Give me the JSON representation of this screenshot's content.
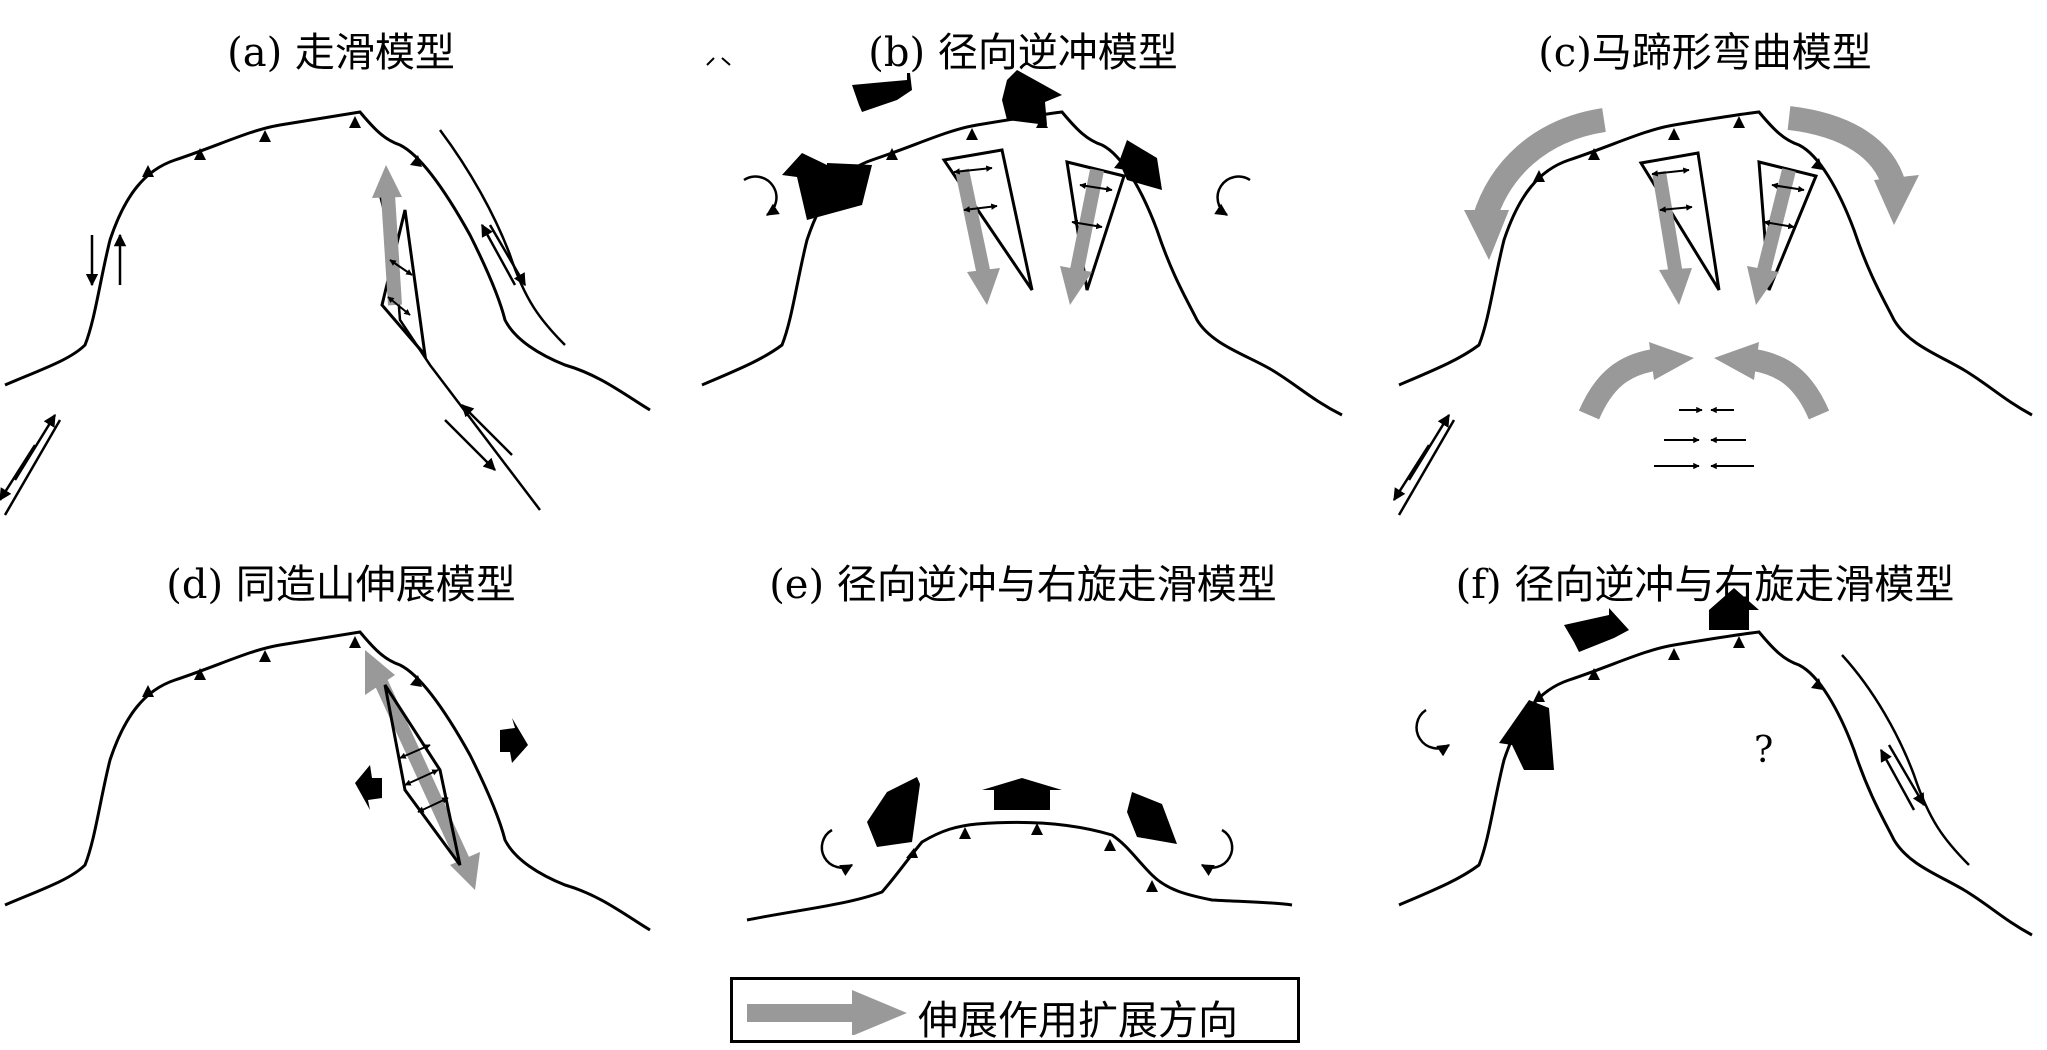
{
  "panels": {
    "a": {
      "title": "(a) 走滑模型"
    },
    "b": {
      "title": "(b) 径向逆冲模型"
    },
    "c": {
      "title": "(c)马蹄形弯曲模型"
    },
    "d": {
      "title": "(d) 同造山伸展模型"
    },
    "e": {
      "title": "(e) 径向逆冲与右旋走滑模型"
    },
    "f": {
      "title": "(f)  径向逆冲与右旋走滑模型",
      "annotation": "?"
    }
  },
  "legend": {
    "label": "伸展作用扩展方向"
  },
  "colors": {
    "extension_arrow": "#999999",
    "ink": "#000000",
    "background": "#ffffff"
  }
}
